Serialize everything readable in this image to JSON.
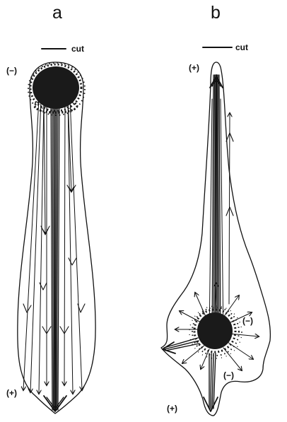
{
  "panels": [
    {
      "label": "a",
      "cut_label": "cut",
      "pole_top": "(−)",
      "pole_bottom": "(+)"
    },
    {
      "label": "b",
      "cut_label": "cut",
      "pole_top": "(+)",
      "pole_bottom": "(+)",
      "inner_pole_right": "(−)",
      "inner_pole_lower": "(−)"
    }
  ]
}
